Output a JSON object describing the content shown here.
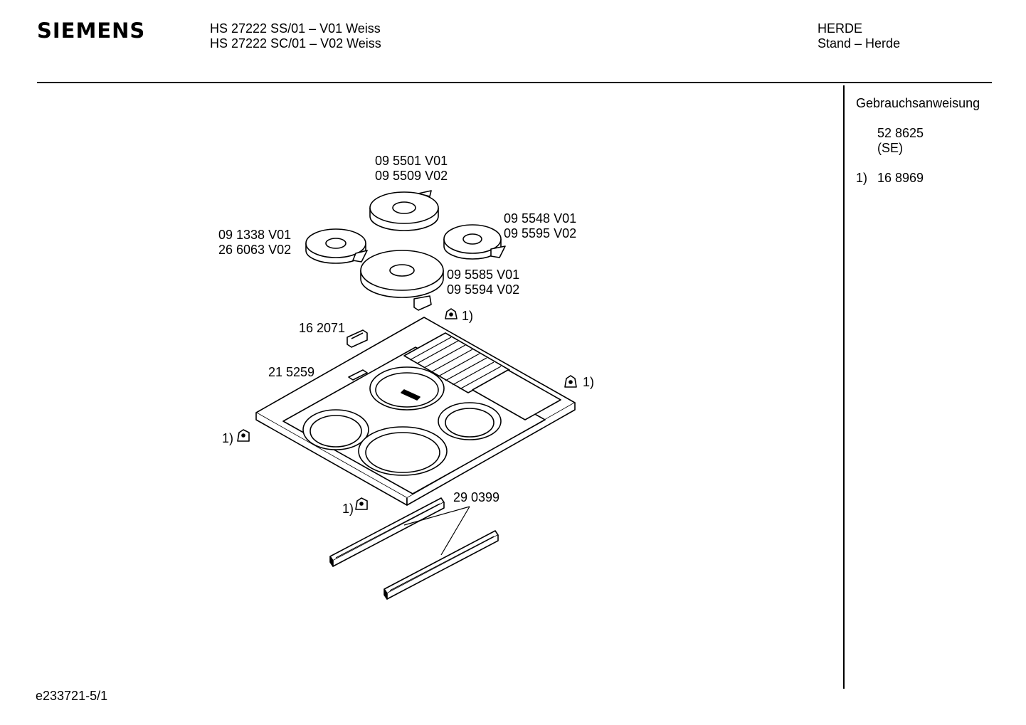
{
  "header": {
    "brand": "SIEMENS",
    "model_line_1": "HS 27222 SS/01 – V01 Weiss",
    "model_line_2": "HS 27222 SC/01 – V02 Weiss",
    "category_line_1": "HERDE",
    "category_line_2": "Stand – Herde"
  },
  "sidebar": {
    "heading": "Gebrauchsanweisung",
    "doc_number": "52 8625",
    "doc_lang": "(SE)",
    "footnote_marker": "1)",
    "footnote_part": "16 8969"
  },
  "parts": {
    "burner_back": [
      "09 5501 V01",
      "09 5509 V02"
    ],
    "burner_left": [
      "09 1338 V01",
      "26 6063 V02"
    ],
    "burner_right": [
      "09 5548 V01",
      "09 5595 V02"
    ],
    "burner_front": [
      "09 5585 V01",
      "09 5594 V02"
    ],
    "clip": "16 2071",
    "hob_frame": "21 5259",
    "trim_strips": "29 0399",
    "footnote_ref": "1)"
  },
  "footer": {
    "drawing_id": "e233721-5/1"
  }
}
